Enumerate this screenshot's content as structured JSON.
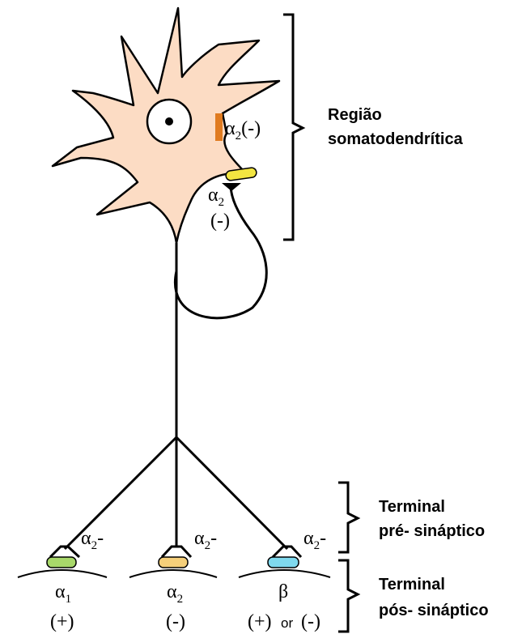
{
  "regions": {
    "somatodendritic_line1": "Região",
    "somatodendritic_line2": "somatodendrítica",
    "presynaptic_line1": "Terminal",
    "presynaptic_line2": "pré- sináptico",
    "postsynaptic_line1": "Terminal",
    "postsynaptic_line2": "pós- sináptico"
  },
  "soma_receptor": {
    "alpha": "α",
    "sub": "2",
    "sign": "(-)",
    "color": "#E07B20"
  },
  "autoreceptor": {
    "alpha": "α",
    "sub": "2",
    "sign": "(-)",
    "color": "#F2E541"
  },
  "terminals": [
    {
      "pre_alpha": "α",
      "pre_sub": "2",
      "pre_sign": "-",
      "post_symbol": "α",
      "post_sub": "1",
      "post_effect": "(+)",
      "post_or": "",
      "post_effect2": "",
      "color": "#A8D86A"
    },
    {
      "pre_alpha": "α",
      "pre_sub": "2",
      "pre_sign": "-",
      "post_symbol": "α",
      "post_sub": "2",
      "post_effect": "(-)",
      "post_or": "",
      "post_effect2": "",
      "color": "#F5CF7A"
    },
    {
      "pre_alpha": "α",
      "pre_sub": "2",
      "pre_sign": "-",
      "post_symbol": "β",
      "post_sub": "",
      "post_effect": "(+)",
      "post_or": "or",
      "post_effect2": "(-)",
      "color": "#7FD9EE"
    }
  ],
  "colors": {
    "soma": "#FCDCC4",
    "outline": "#000000"
  }
}
